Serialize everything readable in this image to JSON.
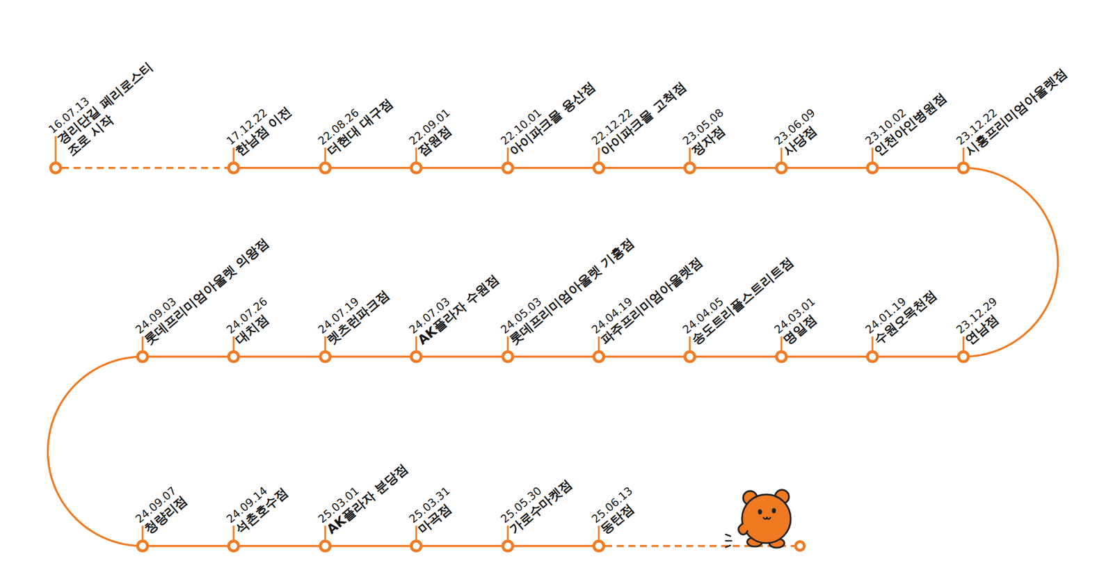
{
  "diagram": {
    "nodes": [
      {
        "text": [
          "16.07.13",
          "경리단길 페리로스티조로 시작"
        ]
      },
      {
        "text": [
          "17.12.22",
          "한남점 이전"
        ]
      },
      {
        "text": [
          "22.08.26",
          "더현대 대구점"
        ]
      },
      {
        "text": [
          "22.09.01",
          "잠원점"
        ]
      },
      {
        "text": [
          "22.10.01",
          "아이파크몰 용산점"
        ]
      },
      {
        "text": [
          "22.12.22",
          "아이파크몰 고척점"
        ]
      },
      {
        "text": [
          "23.05.08",
          "정자점"
        ]
      },
      {
        "text": [
          "23.06.09",
          "사당점"
        ]
      },
      {
        "text": [
          "23.10.02",
          "인천아인병원점"
        ]
      },
      {
        "text": [
          "23.12.22",
          "시흥프리미엄아울렛점"
        ]
      },
      {
        "text": [
          "23.12.29",
          "연남점"
        ]
      },
      {
        "text": [
          "24.01.19",
          "수원오목천점"
        ]
      },
      {
        "text": [
          "24.03.01",
          "명일점"
        ]
      },
      {
        "text": [
          "24.04.05",
          "송도트리플스트리트점"
        ]
      },
      {
        "text": [
          "24.04.19",
          "파주프리미엄아울렛점"
        ]
      },
      {
        "text": [
          "24.05.03",
          "롯데프리미엄아울렛 기흥점"
        ]
      },
      {
        "text": [
          "24.07.03",
          "AK플라자 수원점"
        ]
      },
      {
        "text": [
          "24.07.19",
          "렛츠런파크점"
        ]
      },
      {
        "text": [
          "24.07.26",
          "대치점"
        ]
      },
      {
        "text": [
          "24.09.03",
          "롯데프리미엄아울렛 의왕점"
        ]
      },
      {
        "text": [
          "24.09.07",
          "청량리점"
        ]
      },
      {
        "text": [
          "24.09.14",
          "석촌호수점"
        ]
      },
      {
        "text": [
          "25.03.01",
          "AK플라자 분당점"
        ]
      },
      {
        "text": [
          "25.03.31",
          "마곡점"
        ]
      },
      {
        "text": [
          "25.05.30",
          "가로수마켓점"
        ]
      },
      {
        "text": [
          "25.06.13",
          "동탄점"
        ]
      }
    ],
    "edges": [
      {
        "from": 0,
        "to": 1,
        "arrow": "none"
      },
      {
        "from": 1,
        "to": 2,
        "arrow": "none"
      },
      {
        "from": 2,
        "to": 3,
        "arrow": "none"
      },
      {
        "from": 3,
        "to": 4,
        "arrow": "none"
      },
      {
        "from": 4,
        "to": 5,
        "arrow": "none"
      },
      {
        "from": 5,
        "to": 6,
        "arrow": "none"
      },
      {
        "from": 6,
        "to": 7,
        "arrow": "none"
      },
      {
        "from": 7,
        "to": 8,
        "arrow": "none"
      },
      {
        "from": 8,
        "to": 9,
        "arrow": "none"
      },
      {
        "from": 9,
        "to": 10,
        "arrow": "none"
      },
      {
        "from": 10,
        "to": 11,
        "arrow": "none"
      },
      {
        "from": 11,
        "to": 12,
        "arrow": "none"
      },
      {
        "from": 12,
        "to": 13,
        "arrow": "none"
      },
      {
        "from": 13,
        "to": 14,
        "arrow": "none"
      },
      {
        "from": 14,
        "to": 15,
        "arrow": "none"
      },
      {
        "from": 15,
        "to": 16,
        "arrow": "none"
      },
      {
        "from": 16,
        "to": 17,
        "arrow": "none"
      },
      {
        "from": 17,
        "to": 18,
        "arrow": "none"
      },
      {
        "from": 18,
        "to": 19,
        "arrow": "none"
      },
      {
        "from": 19,
        "to": 20,
        "arrow": "none"
      },
      {
        "from": 20,
        "to": 21,
        "arrow": "none"
      },
      {
        "from": 21,
        "to": 22,
        "arrow": "none"
      },
      {
        "from": 22,
        "to": 23,
        "arrow": "none"
      },
      {
        "from": 23,
        "to": 24,
        "arrow": "none"
      },
      {
        "from": 24,
        "to": 25,
        "arrow": "none"
      }
    ]
  }
}
